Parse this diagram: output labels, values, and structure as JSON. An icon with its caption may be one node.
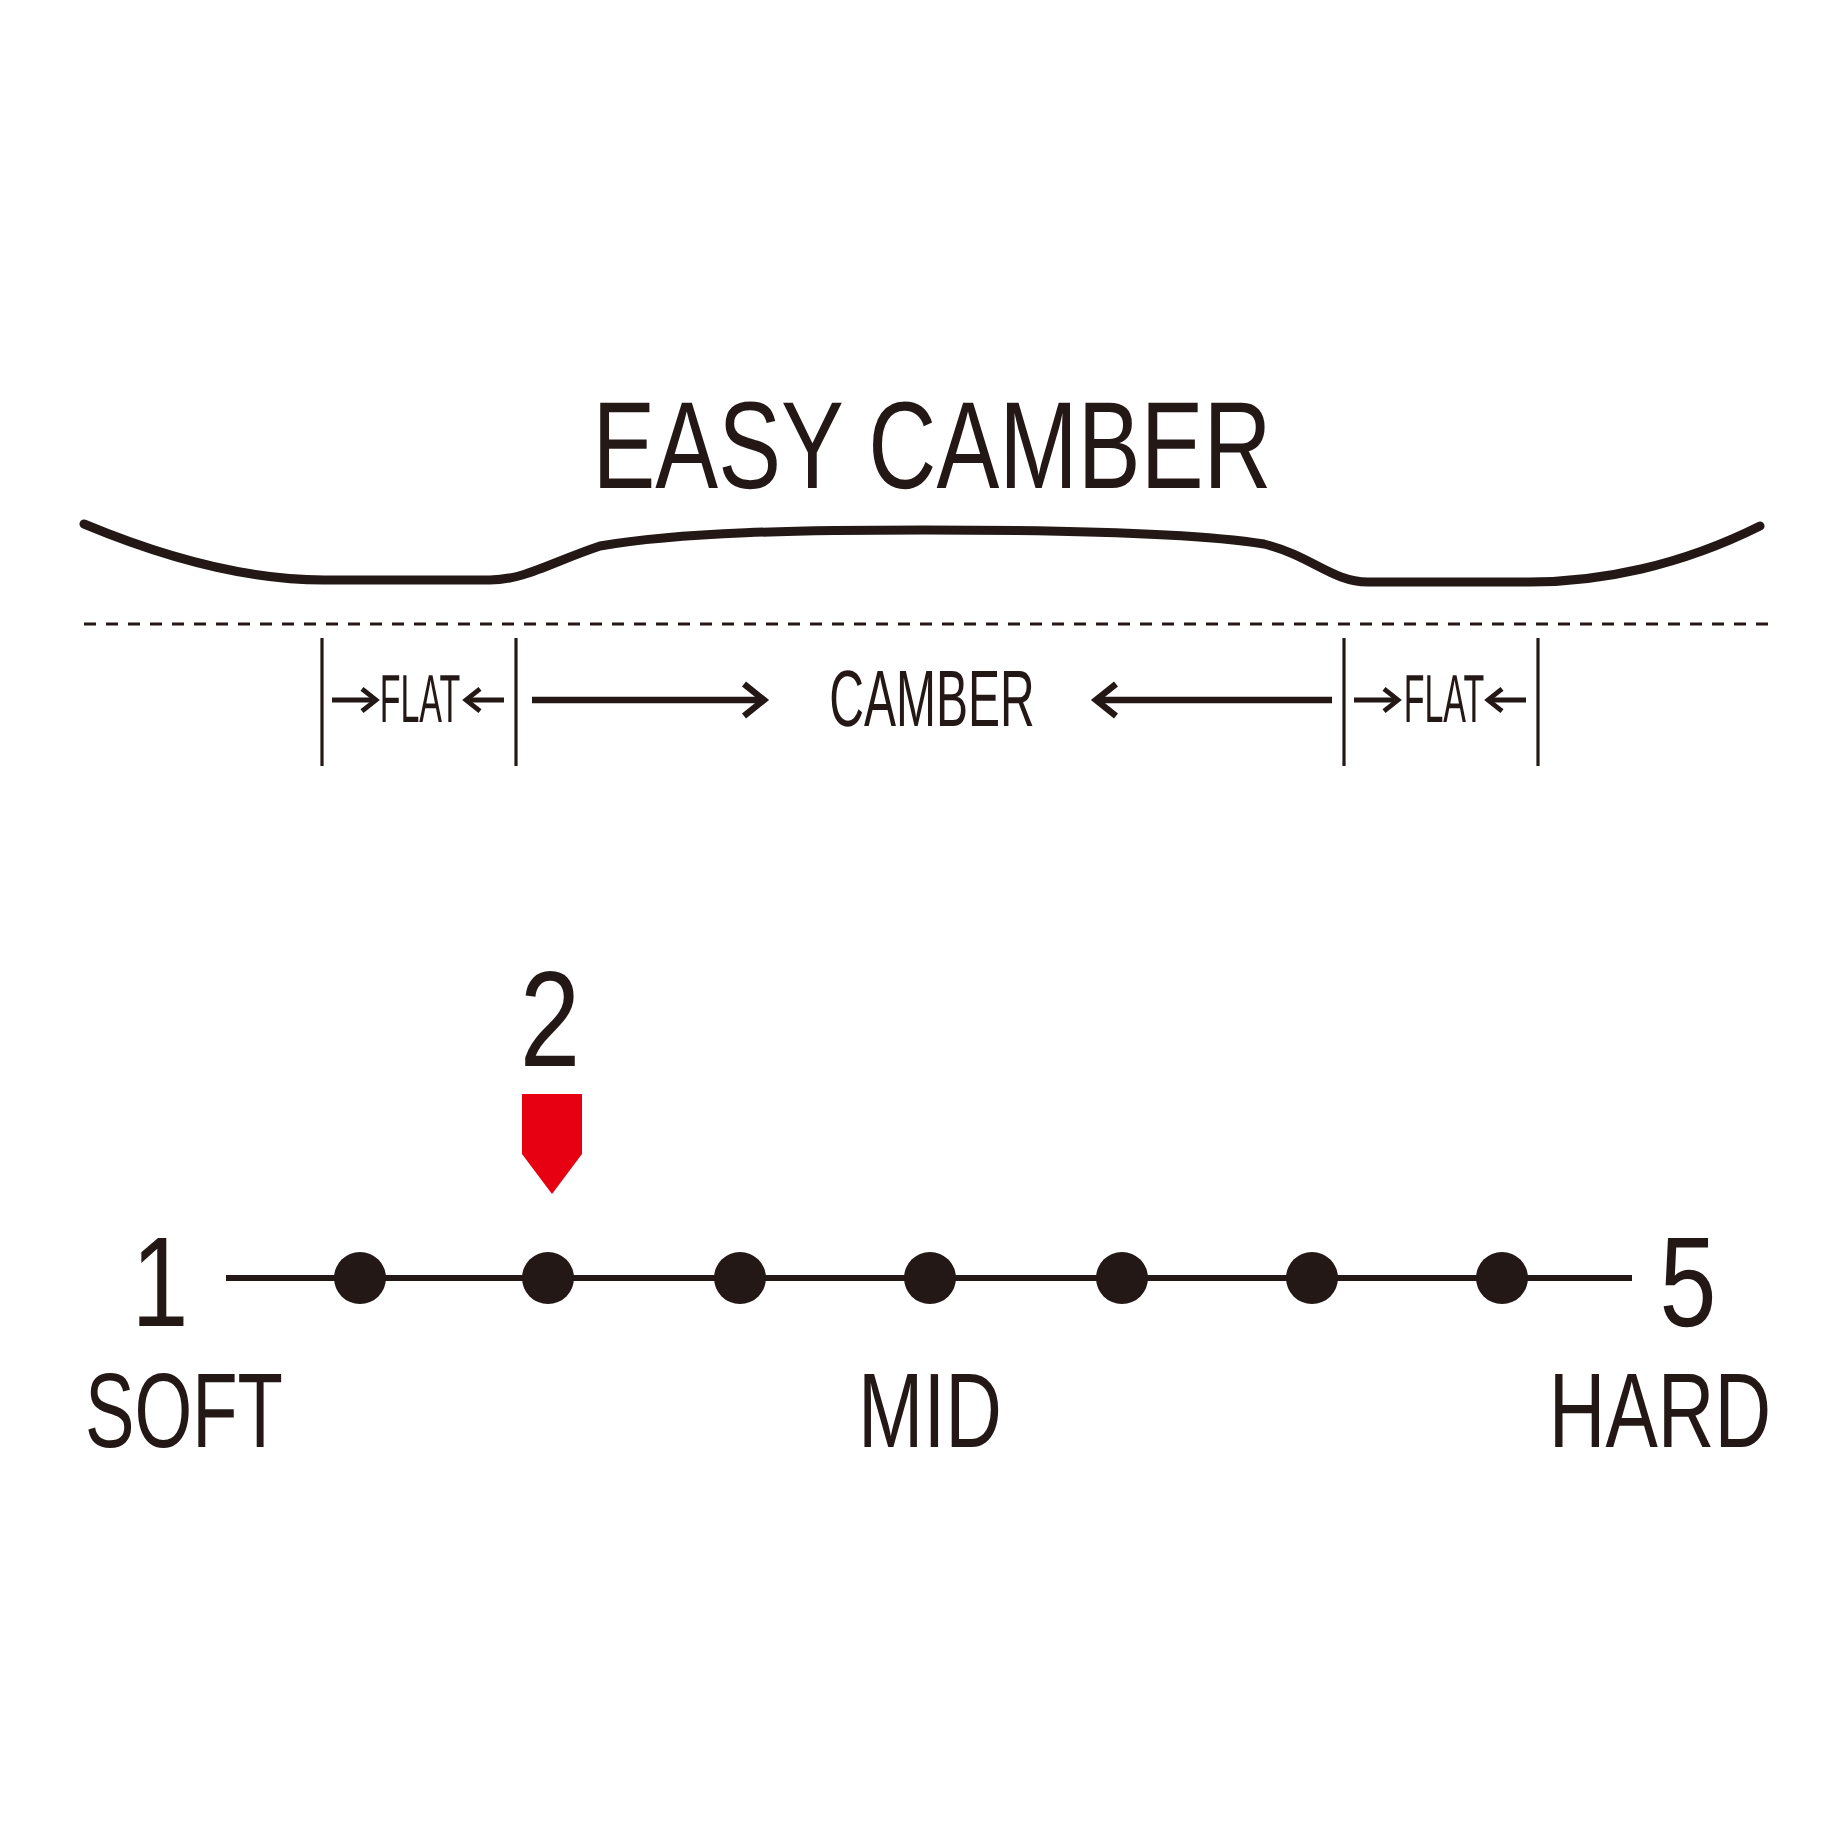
{
  "diagram": {
    "title": "EASY CAMBER",
    "labels": [
      "FLAT",
      "CAMBER",
      "FLAT",
      "2",
      "1",
      "5",
      "SOFT",
      "MID",
      "HARD"
    ]
  }
}
